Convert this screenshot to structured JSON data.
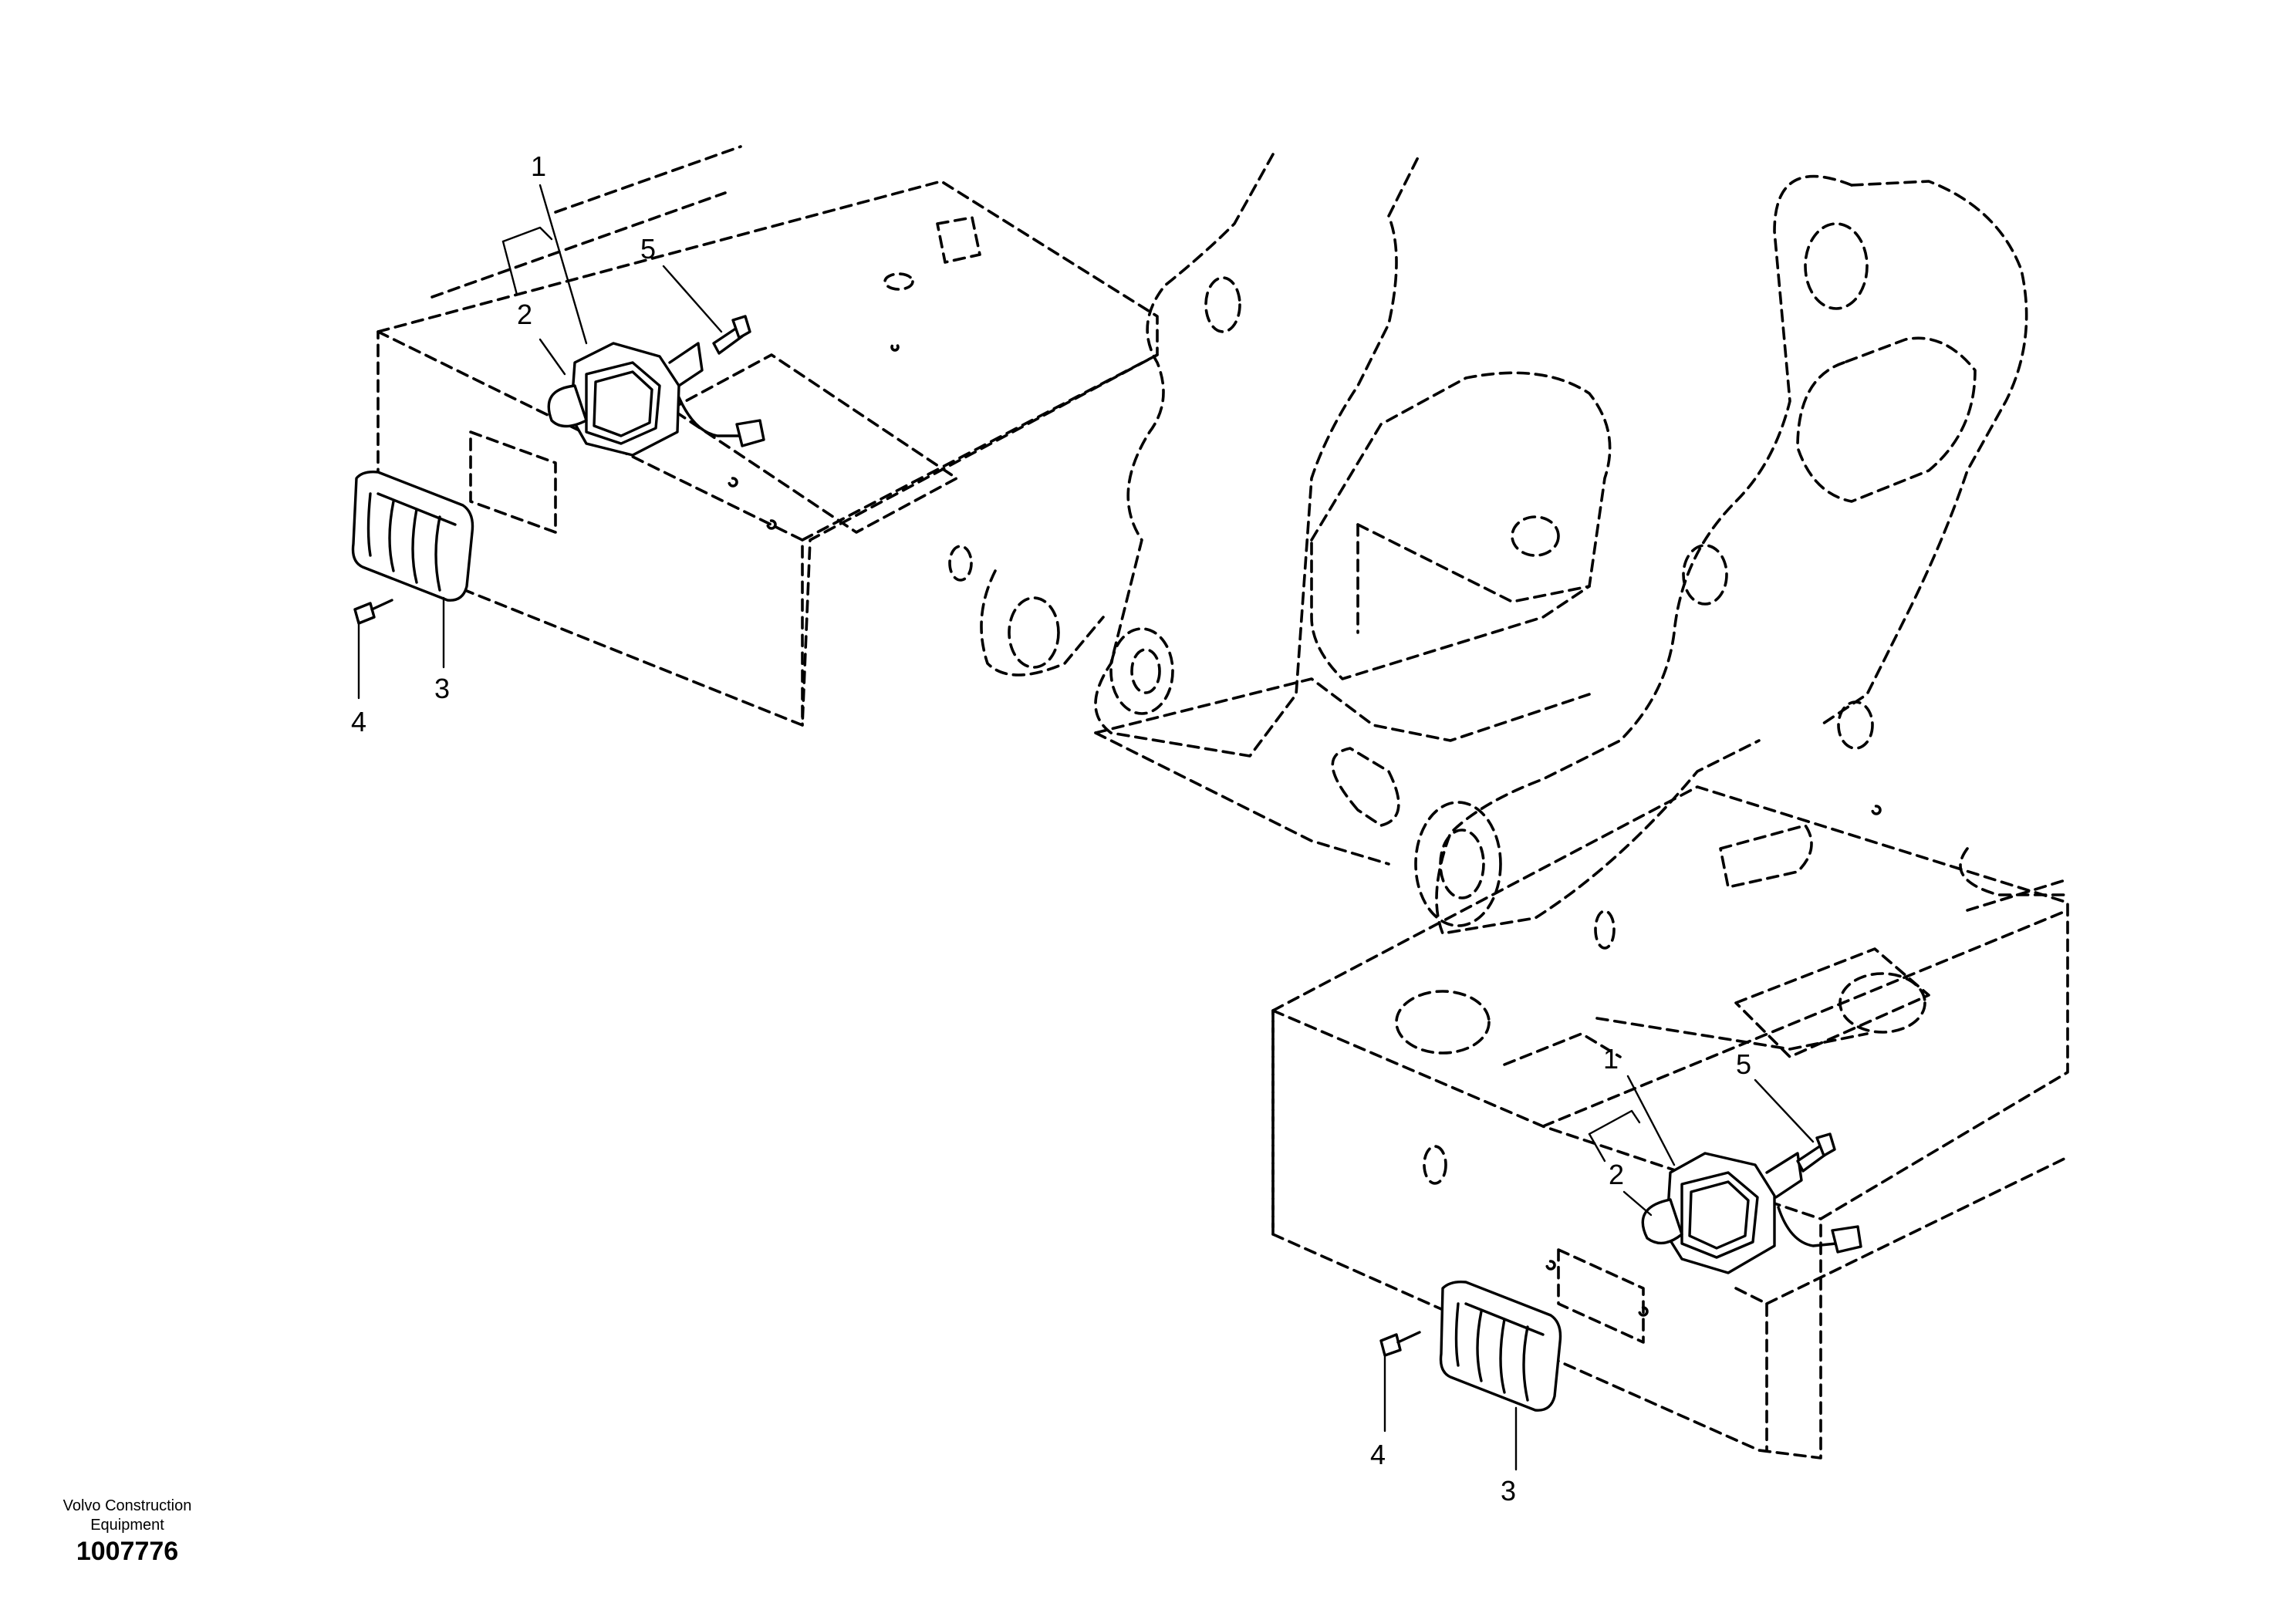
{
  "drawing": {
    "callouts_left": [
      "1",
      "2",
      "3",
      "4",
      "5"
    ],
    "callouts_right": [
      "1",
      "2",
      "3",
      "4",
      "5"
    ]
  },
  "footer": {
    "brand": "Volvo Construction Equipment",
    "drawing_number": "1007776"
  }
}
